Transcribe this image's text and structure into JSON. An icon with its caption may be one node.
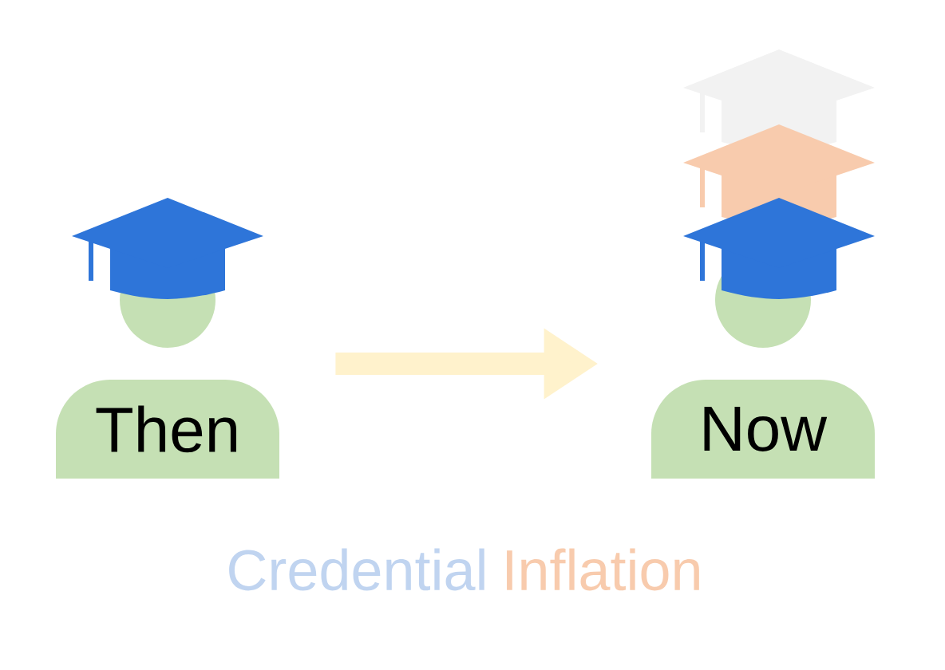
{
  "diagram": {
    "nodes": [
      {
        "text": [
          "Then"
        ]
      },
      {
        "text": [
          "Now"
        ]
      }
    ],
    "edges": [
      {
        "from": 0,
        "to": 1,
        "arrow": "to"
      }
    ],
    "labels": [
      "Credential",
      "Inflation"
    ]
  }
}
